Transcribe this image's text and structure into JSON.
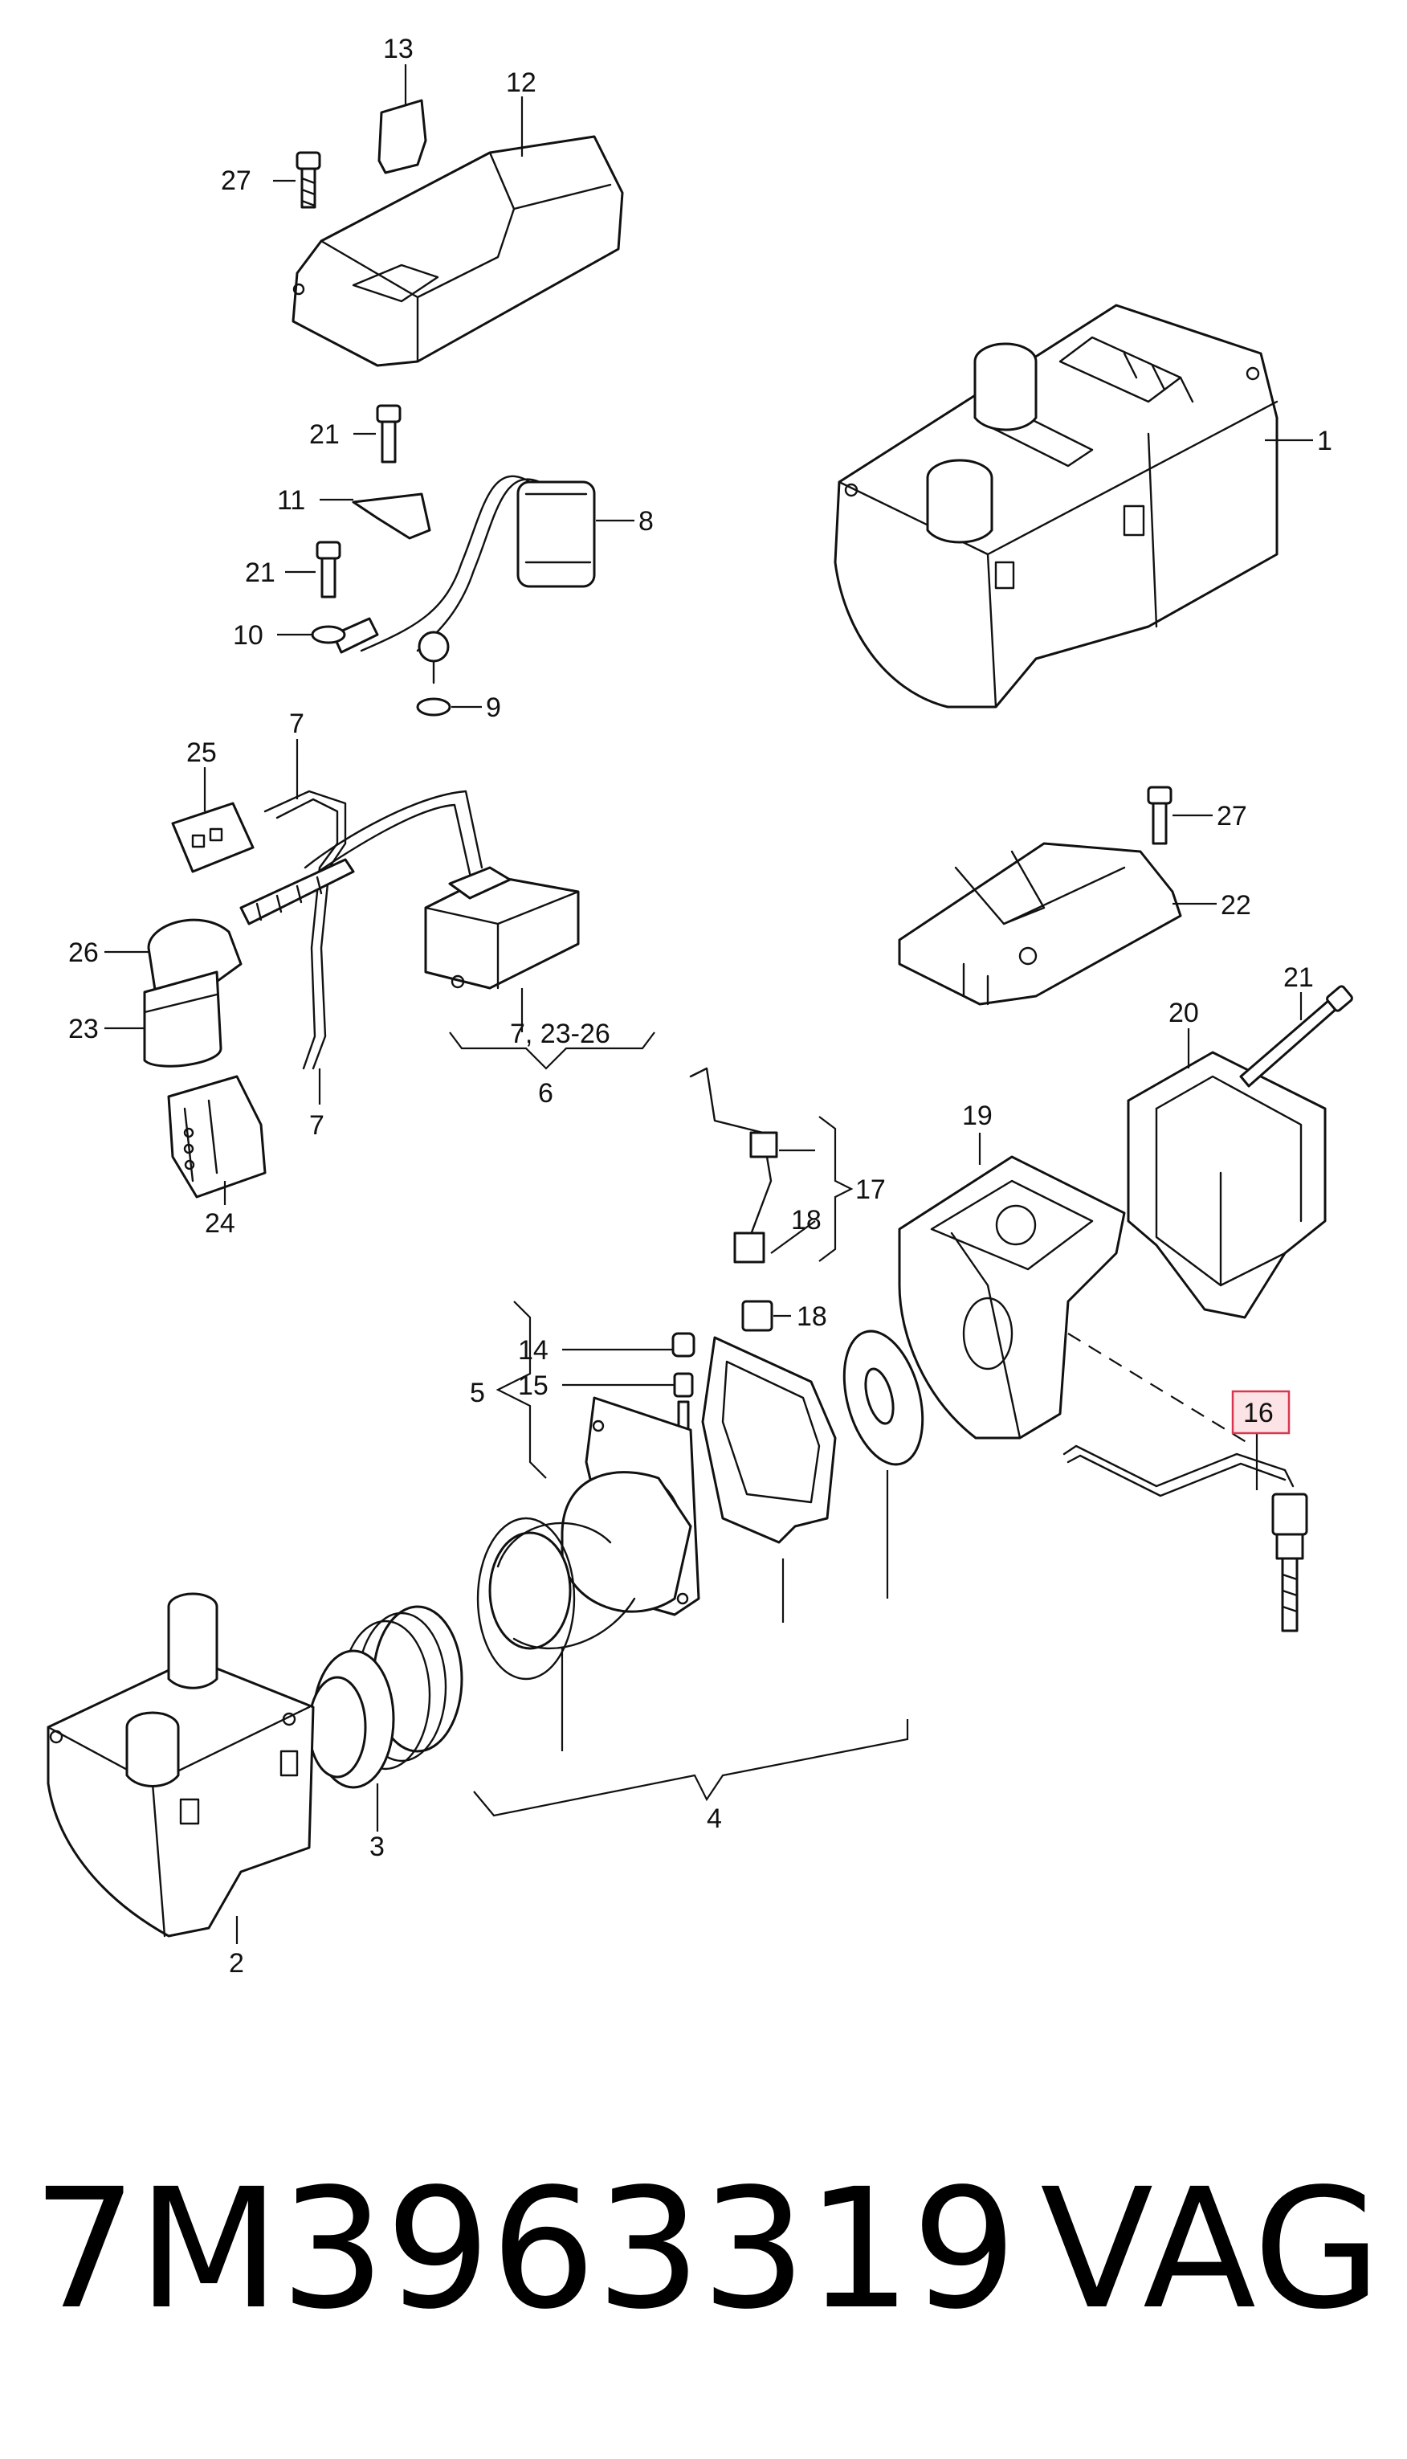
{
  "diagram": {
    "callouts": [
      "1",
      "2",
      "3",
      "4",
      "5",
      "6",
      "7",
      "7",
      "8",
      "9",
      "10",
      "11",
      "12",
      "13",
      "14",
      "15",
      "16",
      "17",
      "18",
      "18",
      "19",
      "20",
      "21",
      "21",
      "21",
      "22",
      "23",
      "24",
      "25",
      "26",
      "27",
      "27"
    ],
    "group_label": "7, 23-26",
    "highlighted_callout": "16",
    "highlight_color": "#d9374f"
  },
  "footer": {
    "part_number": "7M3963319",
    "brand": "VAG"
  }
}
